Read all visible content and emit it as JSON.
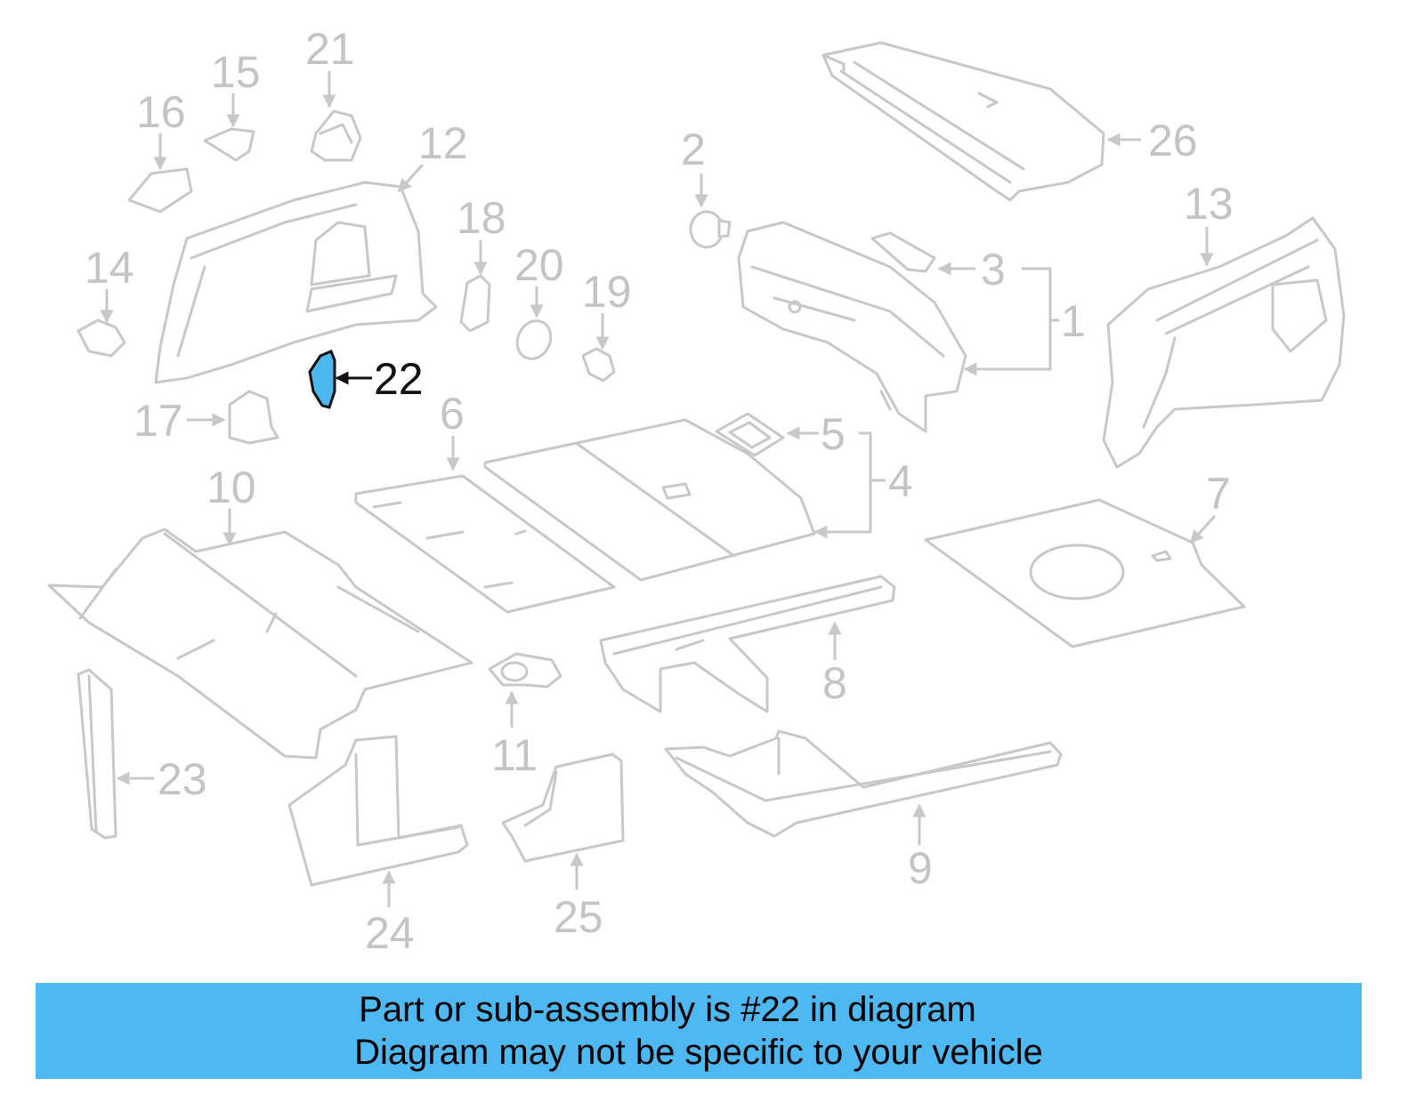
{
  "diagram": {
    "labels": {
      "p1": "1",
      "p2": "2",
      "p3": "3",
      "p4": "4",
      "p5": "5",
      "p6": "6",
      "p7": "7",
      "p8": "8",
      "p9": "9",
      "p10": "10",
      "p11": "11",
      "p12": "12",
      "p13": "13",
      "p14": "14",
      "p15": "15",
      "p16": "16",
      "p17": "17",
      "p18": "18",
      "p19": "19",
      "p20": "20",
      "p21": "21",
      "p22": "22",
      "p23": "23",
      "p24": "24",
      "p25": "25",
      "p26": "26"
    },
    "highlighted_part": "22",
    "colors": {
      "highlight": "#4cb8f0",
      "outline": "#c8c8c8",
      "banner": "#4db8f2"
    }
  },
  "banner": {
    "line1": "Part or sub-assembly is #22 in diagram",
    "line2": "Diagram may not be specific to your vehicle"
  }
}
